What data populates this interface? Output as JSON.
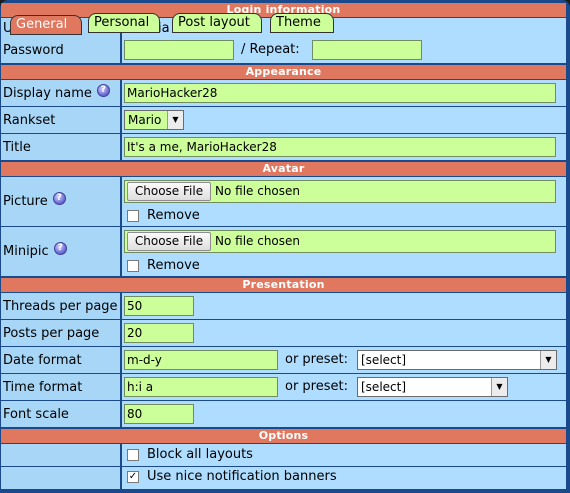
{
  "tabs": [
    {
      "label": "General",
      "active": true
    },
    {
      "label": "Personal",
      "active": false
    },
    {
      "label": "Post layout",
      "active": false
    },
    {
      "label": "Theme",
      "active": false
    }
  ],
  "sections": {
    "login": "Login information",
    "appearance": "Appearance",
    "avatar": "Avatar",
    "presentation": "Presentation",
    "options": "Options"
  },
  "login": {
    "username_label_fragment": "U",
    "username_value_fragment": "ia",
    "password_label": "Password",
    "password_value": "",
    "repeat_label": "/ Repeat:",
    "repeat_value": ""
  },
  "appearance": {
    "display_name_label": "Display name",
    "display_name_value": "MarioHacker28",
    "rankset_label": "Rankset",
    "rankset_value": "Mario",
    "title_label": "Title",
    "title_value": "It's a me, MarioHacker28"
  },
  "avatar": {
    "picture_label": "Picture",
    "minipic_label": "Minipic",
    "choose_file": "Choose File",
    "no_file": "No file chosen",
    "remove": "Remove"
  },
  "presentation": {
    "threads_label": "Threads per page",
    "threads_value": "50",
    "posts_label": "Posts per page",
    "posts_value": "20",
    "date_label": "Date format",
    "date_value": "m-d-y",
    "time_label": "Time format",
    "time_value": "h:i a",
    "or_preset": "or preset:",
    "preset_value": "[select]",
    "font_label": "Font scale",
    "font_value": "80"
  },
  "options": {
    "block_layouts": "Block all layouts",
    "block_layouts_checked": false,
    "nice_banners": "Use nice notification banners",
    "nice_banners_checked": true
  },
  "colors": {
    "section_header": "#e07860",
    "label_bg": "#a7d6f7",
    "value_bg": "#aeddff",
    "input_bg": "#ccff99",
    "frame": "#1a4a8c"
  },
  "icons": {
    "help": "question-mark-help-icon",
    "dropdown": "chevron-down-icon",
    "check": "checkmark-icon"
  }
}
